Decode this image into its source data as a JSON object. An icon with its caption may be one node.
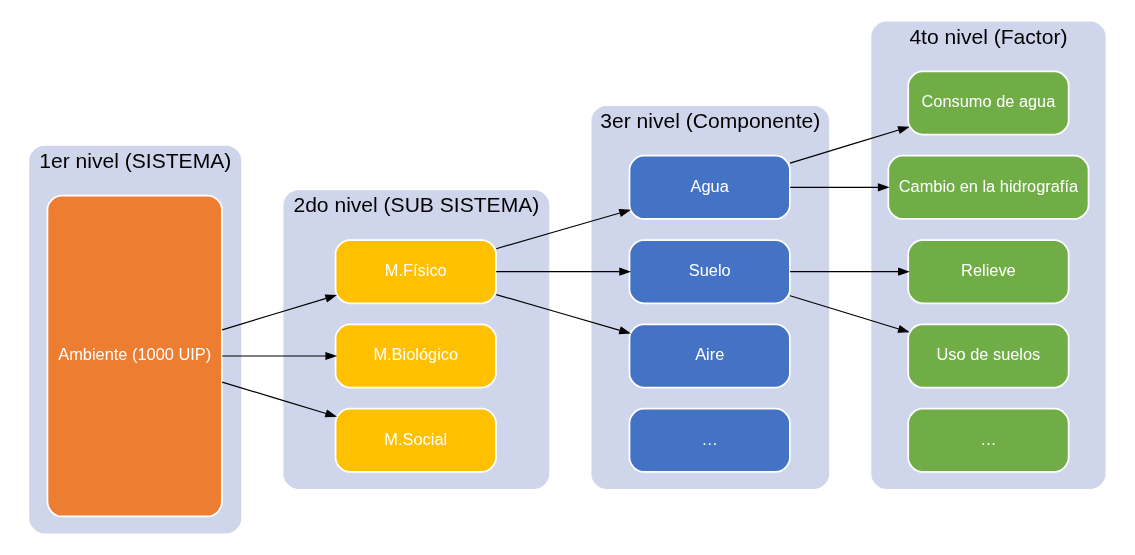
{
  "diagram": {
    "nodes": [
      {
        "text": [
          "1er nivel (SISTEMA)"
        ]
      },
      {
        "text": [
          "Ambiente (1000 UIP)"
        ],
        "in": 0
      },
      {
        "text": [
          "2do nivel (SUB SISTEMA)"
        ]
      },
      {
        "text": [
          "M.Físico"
        ],
        "in": 2
      },
      {
        "text": [
          "M.Biológico"
        ],
        "in": 2
      },
      {
        "text": [
          "M.Social"
        ],
        "in": 2
      },
      {
        "text": [
          "3er nivel (Componente)"
        ]
      },
      {
        "text": [
          "Agua"
        ],
        "in": 6
      },
      {
        "text": [
          "Suelo"
        ],
        "in": 6
      },
      {
        "text": [
          "Aire"
        ],
        "in": 6
      },
      {
        "text": [
          "…"
        ],
        "in": 6
      },
      {
        "text": [
          "4to nivel (Factor)"
        ]
      },
      {
        "text": [
          "Consumo de agua"
        ],
        "in": 11
      },
      {
        "text": [
          "Cambio en la hidrografía"
        ],
        "in": 11
      },
      {
        "text": [
          "Relieve"
        ],
        "in": 11
      },
      {
        "text": [
          "Uso de suelos"
        ],
        "in": 11
      },
      {
        "text": [
          "…"
        ],
        "in": 11
      }
    ],
    "edges": [
      {
        "from": 1,
        "to": 3,
        "arrow": "to"
      },
      {
        "from": 1,
        "to": 4,
        "arrow": "to"
      },
      {
        "from": 1,
        "to": 5,
        "arrow": "to"
      },
      {
        "from": 3,
        "to": 7,
        "arrow": "to"
      },
      {
        "from": 3,
        "to": 8,
        "arrow": "to"
      },
      {
        "from": 3,
        "to": 9,
        "arrow": "to"
      },
      {
        "from": 7,
        "to": 12,
        "arrow": "to"
      },
      {
        "from": 7,
        "to": 13,
        "arrow": "to"
      },
      {
        "from": 8,
        "to": 14,
        "arrow": "to"
      },
      {
        "from": 8,
        "to": 15,
        "arrow": "to"
      }
    ]
  }
}
